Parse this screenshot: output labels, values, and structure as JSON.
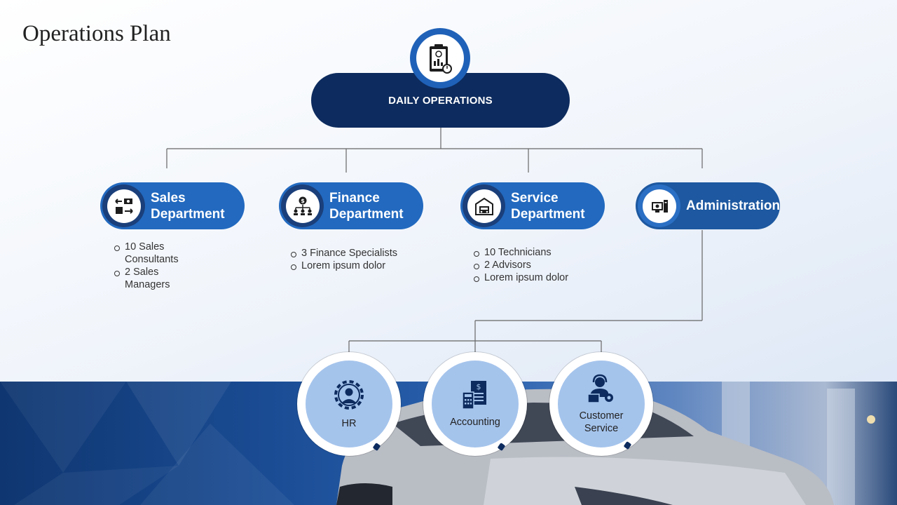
{
  "page": {
    "title": "Operations Plan"
  },
  "root": {
    "label": "DAILY OPERATIONS",
    "icon": "clipboard-report-icon"
  },
  "departments": [
    {
      "line1": "Sales",
      "line2": "Department",
      "icon": "sales-exchange-icon",
      "bullets": [
        "10 Sales Consultants",
        "2 Sales Managers"
      ]
    },
    {
      "line1": "Finance",
      "line2": "Department",
      "icon": "finance-hierarchy-icon",
      "bullets": [
        "3 Finance Specialists",
        "Lorem ipsum dolor"
      ]
    },
    {
      "line1": "Service",
      "line2": "Department",
      "icon": "service-garage-icon",
      "bullets": [
        "10 Technicians",
        "2 Advisors",
        "Lorem ipsum dolor"
      ]
    },
    {
      "line1": "Administration",
      "line2": "",
      "icon": "admin-computer-icon",
      "bullets": []
    }
  ],
  "sub_units": [
    {
      "line1": "HR",
      "line2": "",
      "icon": "hr-gear-person-icon"
    },
    {
      "line1": "Accounting",
      "line2": "",
      "icon": "accounting-calculator-icon"
    },
    {
      "line1": "Customer",
      "line2": "Service",
      "icon": "customer-service-headset-icon"
    }
  ],
  "colors": {
    "dark_navy": "#0d2b5e",
    "blue": "#2269bf",
    "admin_blue": "#1d58a0",
    "light_blue": "#a5c4ec"
  }
}
